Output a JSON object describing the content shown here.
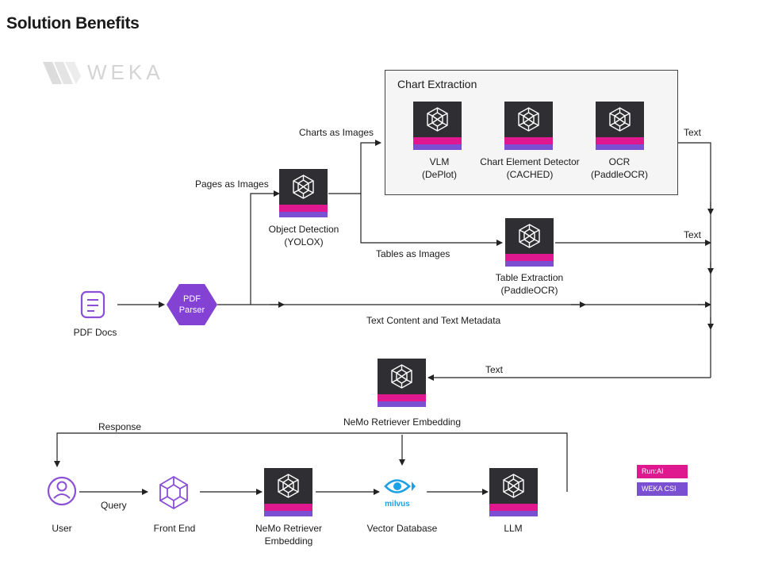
{
  "title": "Solution Benefits",
  "logo": {
    "text": "WEKA"
  },
  "colors": {
    "tile_dark": "#2f2f33",
    "tile_magenta": "#e0188f",
    "tile_purple": "#7b4fd1",
    "pdf_parser": "#8442d4",
    "pdf_icon": "#8a4fd6",
    "milvus": "#1da1e6",
    "run_ai": "#e0188f",
    "weka_csi": "#7b4fd1",
    "chart_box_bg": "#f5f5f5"
  },
  "chart_extraction": {
    "title": "Chart Extraction",
    "vlm": {
      "name": "VLM",
      "sub": "(DePlot)"
    },
    "detector": {
      "name": "Chart Element Detector",
      "sub": "(CACHED)"
    },
    "ocr": {
      "name": "OCR",
      "sub": "(PaddleOCR)"
    }
  },
  "nodes": {
    "pdf_docs": "PDF Docs",
    "pdf_parser_line1": "PDF",
    "pdf_parser_line2": "Parser",
    "object_detection": {
      "name": "Object Detection",
      "sub": "(YOLOX)"
    },
    "table_extraction": {
      "name": "Table Extraction",
      "sub": "(PaddleOCR)"
    },
    "nemo_top": "NeMo Retriever Embedding",
    "user": "User",
    "front_end": "Front End",
    "nemo_bottom_line1": "NeMo Retriever",
    "nemo_bottom_line2": "Embedding",
    "vector_db": "Vector Database",
    "milvus": "milvus",
    "llm": "LLM"
  },
  "edges": {
    "pages_as_images": "Pages as Images",
    "charts_as_images": "Charts as Images",
    "tables_as_images": "Tables as Images",
    "text_content": "Text Content and Text Metadata",
    "text_chart": "Text",
    "text_table": "Text",
    "text_embed": "Text",
    "response": "Response",
    "query": "Query"
  },
  "legend": {
    "run_ai": "Run:AI",
    "weka_csi": "WEKA CSI"
  }
}
